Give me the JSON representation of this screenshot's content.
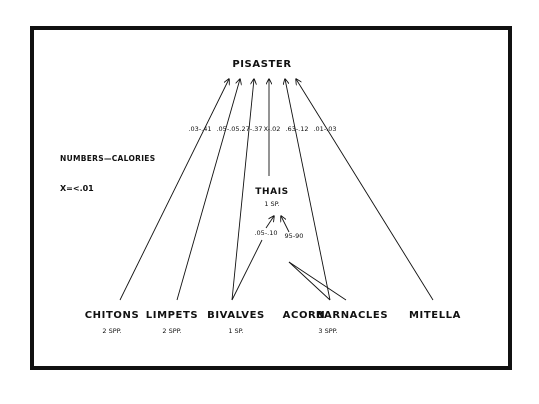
{
  "colors": {
    "ink": "#111111",
    "frame": "#111111",
    "background": "#ffffff"
  },
  "diagram": {
    "legend": {
      "numbers": "NUMBERS—CALORIES",
      "x_note": "X=<.01"
    },
    "nodes": {
      "pisaster": {
        "name": "PISASTER",
        "sub": ""
      },
      "thais": {
        "name": "THAIS",
        "sub": "1 SP."
      },
      "chitons": {
        "name": "CHITONS",
        "sub": "2 SPP."
      },
      "limpets": {
        "name": "LIMPETS",
        "sub": "2 SPP."
      },
      "bivalves": {
        "name": "BIVALVES",
        "sub": "1 SP."
      },
      "acorn": {
        "name": "ACORN",
        "sub": ""
      },
      "barnacles": {
        "name": "BARNACLES",
        "sub": "3 SPP."
      },
      "mitella": {
        "name": "MITELLA",
        "sub": ""
      }
    },
    "edge_labels": {
      "chitons_pisaster": ".03-.41",
      "limpets_pisaster": ".05-.05",
      "bivalves_pisaster": ".27-.37",
      "thais_pisaster": "X-.02",
      "barnacles_pisaster": ".63-.12",
      "mitella_pisaster": ".01-.03",
      "bivalves_thais": ".05-.10",
      "barnacles_thais": "95-90"
    }
  }
}
